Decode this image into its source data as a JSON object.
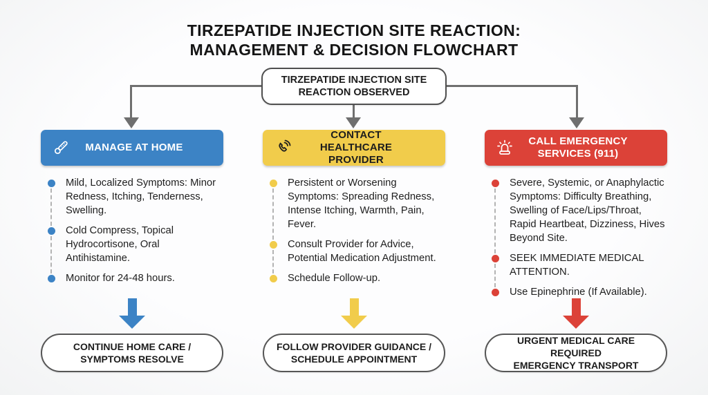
{
  "page": {
    "title_line1": "TIRZEPATIDE INJECTION SITE REACTION:",
    "title_line2": "MANAGEMENT & DECISION FLOWCHART"
  },
  "root_node": {
    "label": "TIRZEPATIDE INJECTION SITE REACTION OBSERVED"
  },
  "colors": {
    "connector_gray": "#6f6f6f",
    "dashed_line": "#b3b3b3",
    "box_border_gray": "#565656",
    "title_text": "#151515",
    "body_text": "#1e1e1e"
  },
  "columns": [
    {
      "header_label": "MANAGE AT HOME",
      "icon": "thermometer-icon",
      "accent_color": "#3c83c5",
      "header_text_color": "#ffffff",
      "bullets": [
        "Mild, Localized Symptoms: Minor Redness, Itching, Tenderness, Swelling.",
        "Cold Compress, Topical Hydrocortisone, Oral Antihistamine.",
        "Monitor for 24-48 hours."
      ],
      "outcome_line1": "CONTINUE HOME CARE /",
      "outcome_line2": "SYMPTOMS RESOLVE"
    },
    {
      "header_label": "CONTACT HEALTHCARE PROVIDER",
      "icon": "phone-icon",
      "accent_color": "#f1cc4b",
      "header_text_color": "#1d1d1d",
      "bullets": [
        "Persistent or Worsening Symptoms: Spreading Redness, Intense Itching, Warmth, Pain, Fever.",
        "Consult Provider for Advice, Potential Medication Adjustment.",
        "Schedule Follow-up."
      ],
      "outcome_line1": "FOLLOW PROVIDER GUIDANCE /",
      "outcome_line2": "SCHEDULE APPOINTMENT"
    },
    {
      "header_label": "CALL EMERGENCY SERVICES (911)",
      "icon": "siren-icon",
      "accent_color": "#dc4238",
      "header_text_color": "#ffffff",
      "bullets": [
        "Severe, Systemic, or Anaphylactic Symptoms: Difficulty Breathing, Swelling of Face/Lips/Throat, Rapid Heartbeat, Dizziness, Hives Beyond Site.",
        "SEEK IMMEDIATE MEDICAL ATTENTION.",
        "Use Epinephrine (If Available)."
      ],
      "outcome_line1": "URGENT MEDICAL CARE REQUIRED",
      "outcome_line2": "EMERGENCY TRANSPORT"
    }
  ]
}
